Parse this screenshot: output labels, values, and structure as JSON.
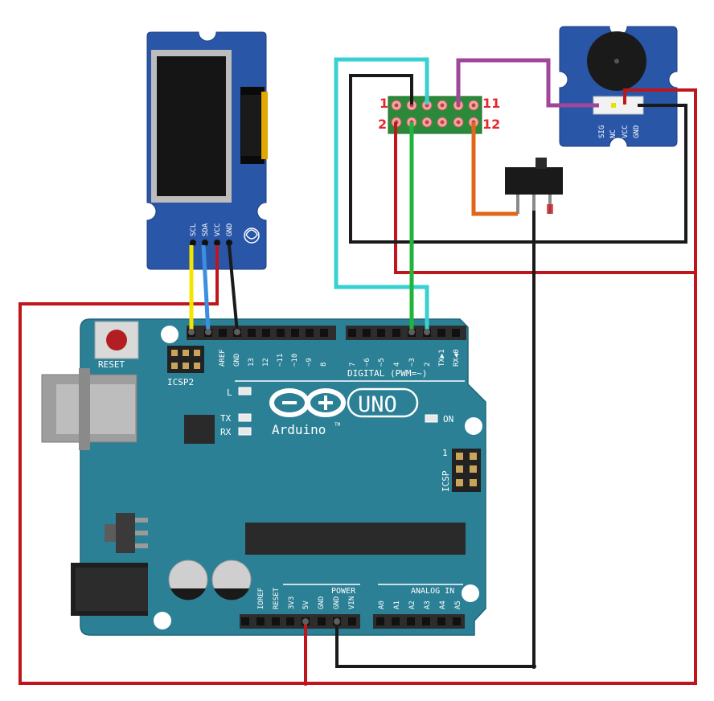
{
  "colors": {
    "board": "#2b8096",
    "board_dark": "#1e6578",
    "module": "#2a56a8",
    "wire_red": "#c0151b",
    "wire_black": "#1a1a1a",
    "wire_yellow": "#f2e600",
    "wire_blue": "#3b8fe0",
    "wire_cyan": "#38d0d0",
    "wire_green": "#22b33a",
    "wire_purple": "#a0479b",
    "wire_orange": "#e0661a",
    "header_label": "#e8262c"
  },
  "arduino": {
    "reset_label": "RESET",
    "icsp2_label": "ICSP2",
    "icsp_label": "ICSP",
    "icsp_pin1": "1",
    "brand": "Arduino",
    "tm": "TM",
    "model": "UNO",
    "digital_title": "DIGITAL (PWM=~)",
    "led_l": "L",
    "led_tx": "TX",
    "led_rx": "RX",
    "led_on": "ON",
    "power_title": "POWER",
    "analog_title": "ANALOG IN",
    "top_pins_left": [
      "AREF",
      "GND",
      "13",
      "12",
      "~11",
      "~10",
      "~9",
      "8"
    ],
    "top_pins_right": [
      "7",
      "~6",
      "~5",
      "4",
      "~3",
      "2",
      "TX▶1",
      "RX◀0"
    ],
    "power_pins": [
      "IOREF",
      "RESET",
      "3V3",
      "5V",
      "GND",
      "GND",
      "VIN"
    ],
    "analog_pins": [
      "A0",
      "A1",
      "A2",
      "A3",
      "A4",
      "A5"
    ]
  },
  "oled": {
    "pin_labels": [
      "SCL",
      "SDA",
      "VCC",
      "GND"
    ]
  },
  "buzzer": {
    "pin_labels": [
      "SIG",
      "NC",
      "VCC",
      "GND"
    ]
  },
  "header": {
    "label_1": "1",
    "label_2": "2",
    "label_11": "11",
    "label_12": "12"
  },
  "switch": {}
}
